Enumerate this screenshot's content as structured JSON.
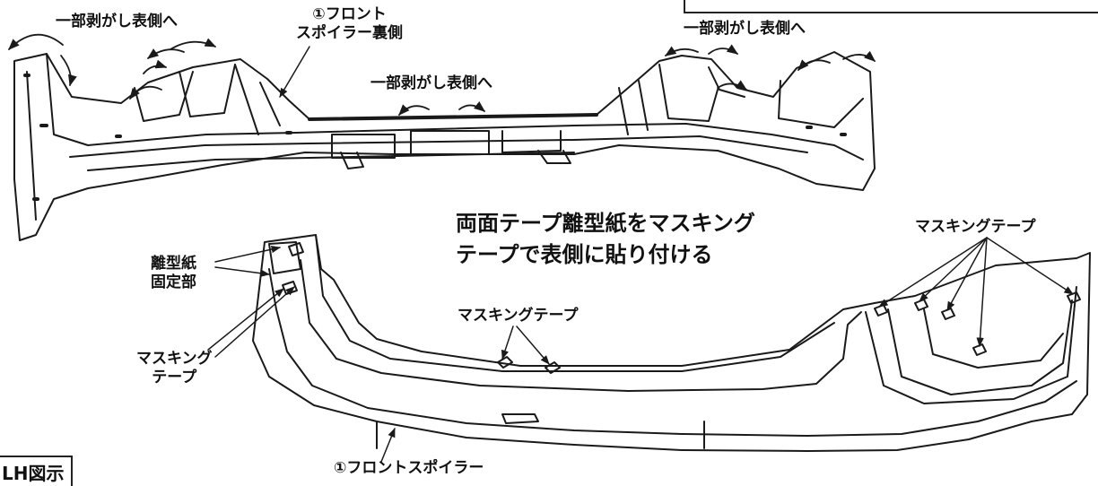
{
  "labels": {
    "partial_peel_left": "一部剥がし表側へ",
    "partial_peel_center": "一部剥がし表側へ",
    "partial_peel_right": "一部剥がし表側へ",
    "spoiler_back_line1": "①フロント",
    "spoiler_back_line2": "スポイラー裏側",
    "instruction_line1": "両面テープ離型紙をマスキング",
    "instruction_line2": "テープで表側に貼り付ける",
    "masking_tape_right": "マスキングテープ",
    "masking_tape_center": "マスキングテープ",
    "release_paper_line1": "離型紙",
    "release_paper_line2": "固定部",
    "masking_left_line1": "マスキング",
    "masking_left_line2": "テープ",
    "front_spoiler": "①フロントスポイラー",
    "lh_view": "LH図示"
  },
  "icons": [
    "peel-arrow-icon",
    "leader-arrow-icon"
  ]
}
